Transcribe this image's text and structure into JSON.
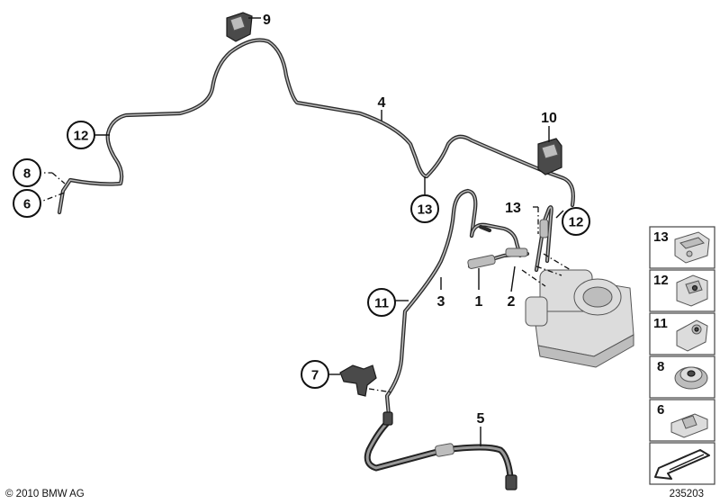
{
  "copyright": "© 2010 BMW AG",
  "diagram_number": "235203",
  "callouts": {
    "c9": "9",
    "c12_left": "12",
    "c8": "8",
    "c6": "6",
    "c4": "4",
    "c10": "10",
    "c13_left": "13",
    "c13_right": "13",
    "c12_right": "12",
    "c11": "11",
    "c3": "3",
    "c1": "1",
    "c2": "2",
    "c7": "7",
    "c5": "5"
  },
  "legend": [
    "13",
    "12",
    "11",
    "8",
    "6"
  ]
}
